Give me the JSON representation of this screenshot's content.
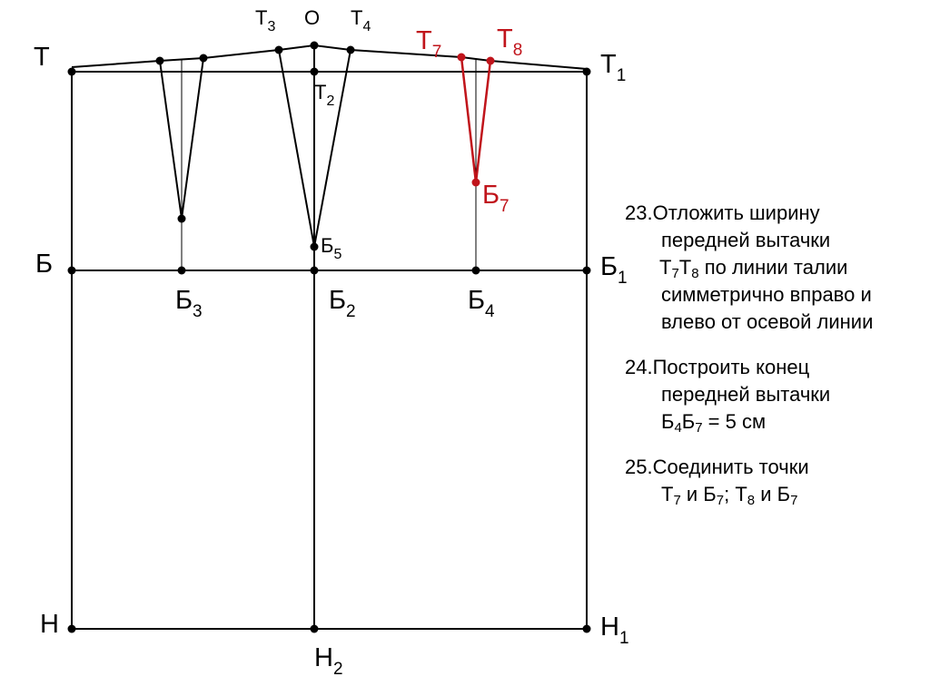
{
  "points": {
    "T": "Т",
    "T1": "Т",
    "T1_sub": "1",
    "T2": "Т",
    "T2_sub": "2",
    "T3": "Т",
    "T3_sub": "3",
    "O": "О",
    "T4": "Т",
    "T4_sub": "4",
    "T7": "Т",
    "T7_sub": "7",
    "T8": "Т",
    "T8_sub": "8",
    "B": "Б",
    "B1": "Б",
    "B1_sub": "1",
    "B2": "Б",
    "B2_sub": "2",
    "B3": "Б",
    "B3_sub": "3",
    "B4": "Б",
    "B4_sub": "4",
    "B5": "Б",
    "B5_sub": "5",
    "B7": "Б",
    "B7_sub": "7",
    "H": "Н",
    "H1": "Н",
    "H1_sub": "1",
    "H2": "Н",
    "H2_sub": "2"
  },
  "colors": {
    "accent": "#c0141b",
    "line": "#000000"
  },
  "steps": [
    {
      "num": "23.",
      "line1": "Отложить ширину",
      "line2": "передней вытачки",
      "line3_a": "Т",
      "line3_sub_a": "7",
      "line3_b": "Т",
      "line3_sub_b": "8",
      "line3_c": " по линии талии",
      "line4": "симметрично вправо и",
      "line5": "влево от осевой линии"
    },
    {
      "num": "24.",
      "line1": "Построить конец",
      "line2": "передней вытачки",
      "line3_a": "Б",
      "line3_sub_a": "4",
      "line3_b": "Б",
      "line3_sub_b": "7",
      "line3_c": " = 5 см"
    },
    {
      "num": "25.",
      "line1": "Соединить точки",
      "line2_a": "Т",
      "line2_sub_a": "7",
      "line2_b": " и Б",
      "line2_sub_b": "7",
      "line2_c": "; Т",
      "line2_sub_c": "8",
      "line2_d": " и Б",
      "line2_sub_d": "7"
    }
  ]
}
